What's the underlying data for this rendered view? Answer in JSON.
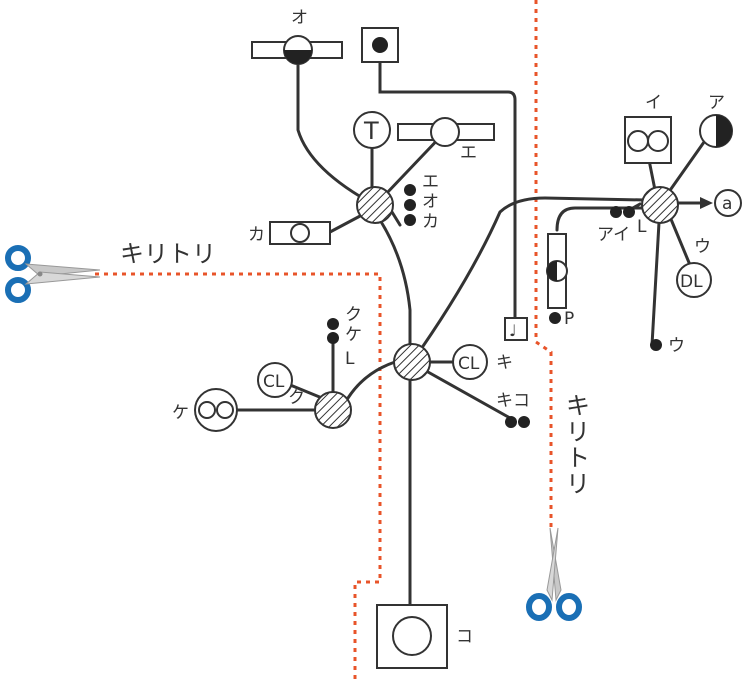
{
  "labels": {
    "o_top": "オ",
    "i": "イ",
    "a": "ア",
    "e_label": "エ",
    "t_switch": "T",
    "stack_e": "エ",
    "stack_o": "オ",
    "stack_ka": "カ",
    "ka": "カ",
    "circle_a": "a",
    "ai": "アイ",
    "l1": "L",
    "u1": "ウ",
    "dl": "DL",
    "p": "P",
    "u2": "ウ",
    "cut_left": "キリトリ",
    "cut_right": "キリトリ",
    "ku_top": "ク",
    "ke_top": "ケ",
    "l2": "L",
    "cl1": "CL",
    "cl2": "CL",
    "ki": "キ",
    "ku": "ク",
    "ke": "ケ",
    "kiko": "キコ",
    "ko": "コ"
  },
  "colors": {
    "wire": "#333333",
    "cut_line": "#e8542a",
    "scissor_handle": "#1a6fb5"
  }
}
